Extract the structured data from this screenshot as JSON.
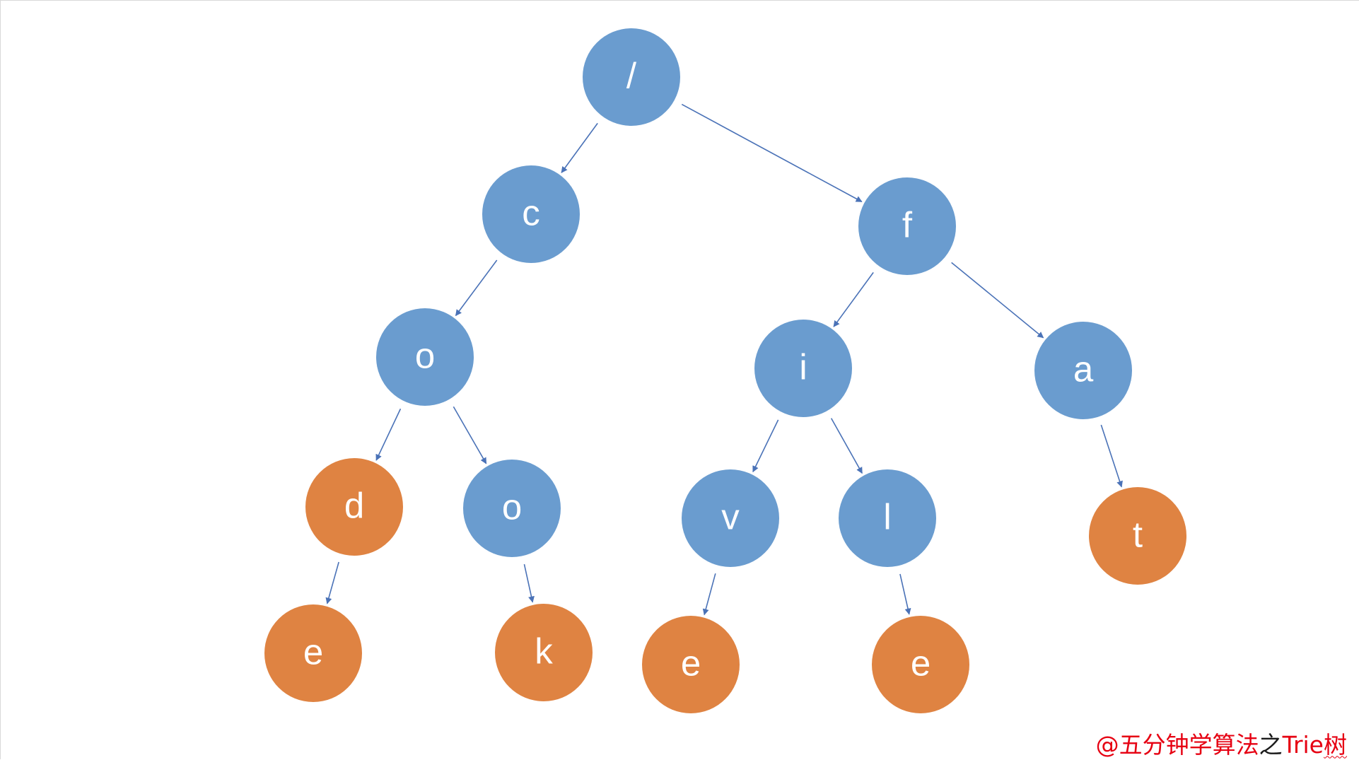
{
  "diagram": {
    "type": "trie",
    "colors": {
      "internal": "#6a9ccf",
      "terminal": "#df8342",
      "edge": "#4a72b7",
      "text": "#ffffff",
      "watermark": "#e60012"
    },
    "nodes": [
      {
        "id": "root",
        "label": "/",
        "terminal": false
      },
      {
        "id": "c",
        "label": "c",
        "terminal": false
      },
      {
        "id": "f",
        "label": "f",
        "terminal": false
      },
      {
        "id": "o1",
        "label": "o",
        "terminal": false
      },
      {
        "id": "i",
        "label": "i",
        "terminal": false
      },
      {
        "id": "a",
        "label": "a",
        "terminal": false
      },
      {
        "id": "d",
        "label": "d",
        "terminal": true
      },
      {
        "id": "o2",
        "label": "o",
        "terminal": false
      },
      {
        "id": "v",
        "label": "v",
        "terminal": false
      },
      {
        "id": "l",
        "label": "l",
        "terminal": false
      },
      {
        "id": "t",
        "label": "t",
        "terminal": true
      },
      {
        "id": "e1",
        "label": "e",
        "terminal": true
      },
      {
        "id": "k",
        "label": "k",
        "terminal": true
      },
      {
        "id": "e2",
        "label": "e",
        "terminal": true
      },
      {
        "id": "e3",
        "label": "e",
        "terminal": true
      }
    ],
    "edges": [
      [
        "root",
        "c"
      ],
      [
        "root",
        "f"
      ],
      [
        "c",
        "o1"
      ],
      [
        "f",
        "i"
      ],
      [
        "f",
        "a"
      ],
      [
        "o1",
        "d"
      ],
      [
        "o1",
        "o2"
      ],
      [
        "i",
        "v"
      ],
      [
        "i",
        "l"
      ],
      [
        "a",
        "t"
      ],
      [
        "d",
        "e1"
      ],
      [
        "o2",
        "k"
      ],
      [
        "v",
        "e2"
      ],
      [
        "l",
        "e3"
      ]
    ]
  },
  "watermark": {
    "prefix": "@五分钟学算法",
    "connector": "之",
    "suffix_plain": "Trie",
    "suffix_marked": "树"
  }
}
